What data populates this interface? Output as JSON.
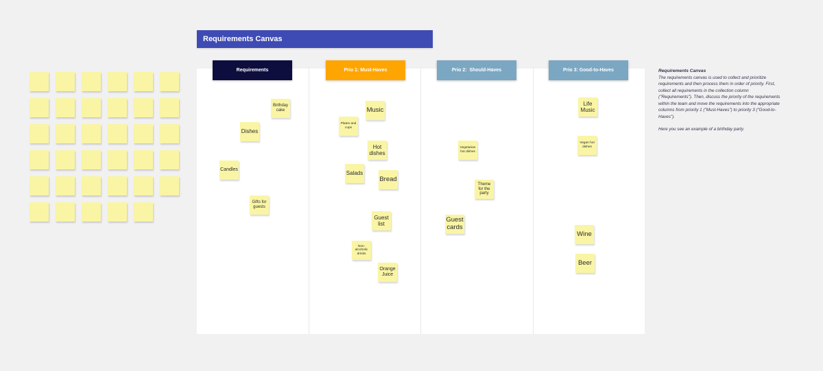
{
  "board": {
    "title": "Requirements Canvas"
  },
  "columns": [
    {
      "label": "Requirements",
      "notes": [
        {
          "label": "Birthday cake"
        },
        {
          "label": "Dishes"
        },
        {
          "label": "Candles"
        },
        {
          "label": "Gifts for guests"
        }
      ]
    },
    {
      "label": "Prio 1: Must-Haves",
      "notes": [
        {
          "label": "Music"
        },
        {
          "label": "Plates and cups"
        },
        {
          "label": "Hot dishes"
        },
        {
          "label": "Salads"
        },
        {
          "label": "Bread"
        },
        {
          "label": "Guest list"
        },
        {
          "label": "Non-alcoholic drinks"
        },
        {
          "label": "Orange Juice"
        }
      ]
    },
    {
      "label": "Prio 2:  Should-Haves",
      "notes": [
        {
          "label": "Vegetarian hot dishes"
        },
        {
          "label": "Theme for the party"
        },
        {
          "label": "Guest cards"
        }
      ]
    },
    {
      "label": "Prio 3: Good-to-Haves",
      "notes": [
        {
          "label": "Life Music"
        },
        {
          "label": "Vegan hot dishes"
        },
        {
          "label": "Wine"
        },
        {
          "label": "Beer"
        }
      ]
    }
  ],
  "description": {
    "title": "Requirements Canvas",
    "body": "The requirements canvas is used to collect and prioritize requirements and then process them in order of priority. First, collect all requirements in the collection column (\"Requirements\"). Then, discuss the priority of the requirements within the team and move the requirements into the appropriate columns from priority 1 (\"Must-Haves\") to priority 3 (\"Good-to-Haves\").",
    "footer": "Here you see an example of a birthday party."
  },
  "blank_notes": {
    "count": 35,
    "columns_per_row": 6
  },
  "palette": {
    "title_bar": "#3E4BB4",
    "header_requirements": "#0D0E3D",
    "header_prio1": "#FFA502",
    "header_prio2_3": "#7BA7C2",
    "sticky_note": "#F9F5A5",
    "background": "#F1F1F2"
  }
}
